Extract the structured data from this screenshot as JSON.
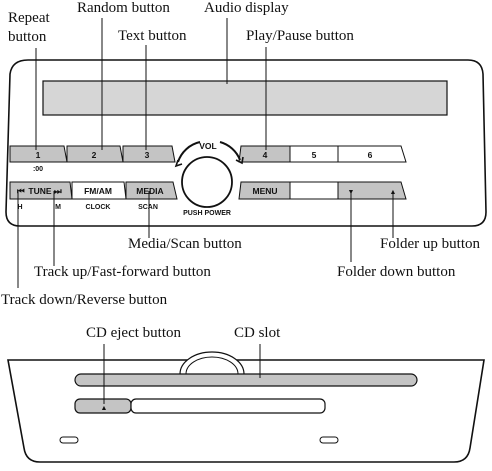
{
  "callouts": {
    "repeat_line1": "Repeat",
    "repeat_line2": "button",
    "random": "Random button",
    "audio_display": "Audio display",
    "text": "Text button",
    "play_pause": "Play/Pause button",
    "media_scan": "Media/Scan button",
    "folder_up": "Folder up button",
    "track_up": "Track up/Fast-forward button",
    "folder_down": "Folder down button",
    "track_down": "Track down/Reverse button",
    "cd_eject": "CD eject button",
    "cd_slot": "CD slot"
  },
  "panel": {
    "presets": [
      "1",
      "2",
      "3",
      "4",
      "5",
      "6"
    ],
    "preset1_sub": ":00",
    "tune_label": "TUNE",
    "tune_sub_h": "H",
    "tune_sub_m": "M",
    "fm_am_label": "FM/AM",
    "fm_am_sub": "CLOCK",
    "media_label": "MEDIA",
    "media_sub": "SCAN",
    "vol_label": "VOL",
    "push_power_label": "PUSH POWER",
    "menu_label": "MENU",
    "folder_down_glyph": "▼",
    "folder_up_glyph": "▲",
    "track_prev_glyph": "⏮",
    "track_next_glyph": "⏭"
  },
  "cd_unit": {
    "eject_glyph": "▲"
  }
}
